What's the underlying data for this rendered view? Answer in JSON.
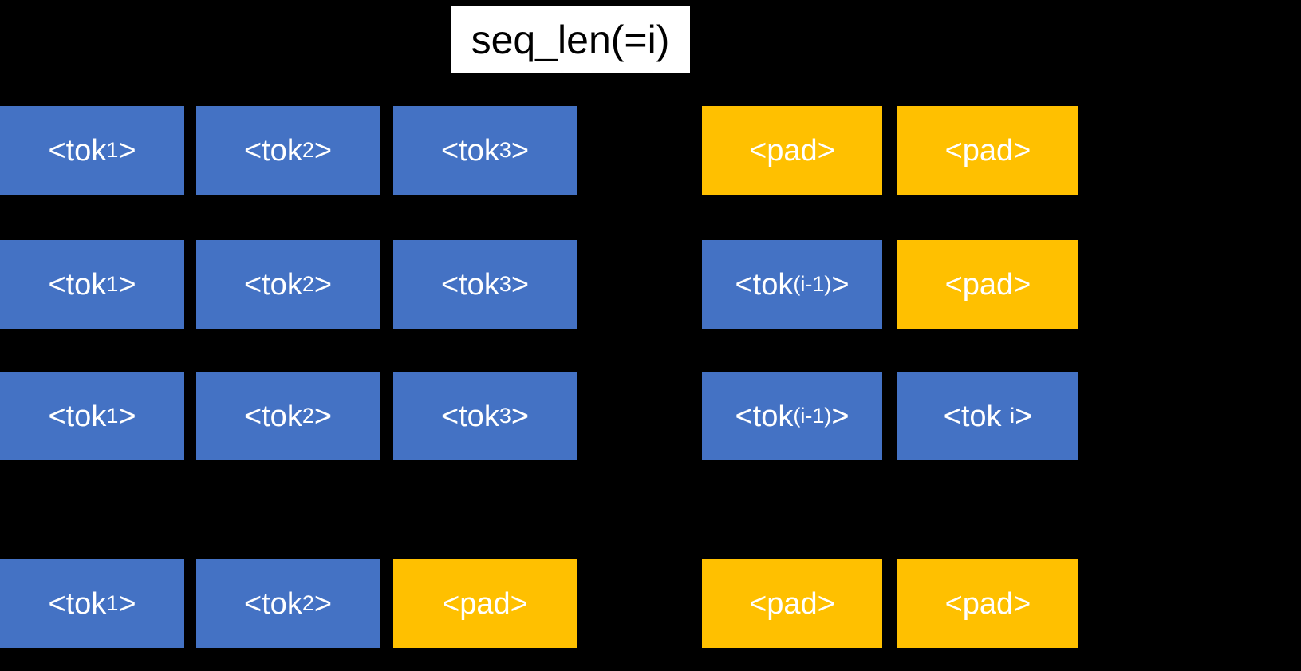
{
  "title": {
    "label": "seq_len(=i)"
  },
  "colors": {
    "background": "#000000",
    "token_box": "#4472C4",
    "pad_box": "#FFC000",
    "box_text": "#FFFFFF",
    "title_bg": "#FFFFFF",
    "title_text": "#000000"
  },
  "grid": {
    "rows": [
      {
        "cells": [
          {
            "type": "token",
            "label": "<tok1>",
            "parts": [
              {
                "text": "<tok",
                "small": false
              },
              {
                "text": "1",
                "small": true
              },
              {
                "text": ">",
                "small": false
              }
            ]
          },
          {
            "type": "token",
            "label": "<tok2>",
            "parts": [
              {
                "text": "<tok",
                "small": false
              },
              {
                "text": "2",
                "small": true
              },
              {
                "text": ">",
                "small": false
              }
            ]
          },
          {
            "type": "token",
            "label": "<tok3>",
            "parts": [
              {
                "text": "<tok",
                "small": false
              },
              {
                "text": "3",
                "small": true
              },
              {
                "text": ">",
                "small": false
              }
            ]
          },
          {
            "type": "pad",
            "label": "<pad>",
            "parts": [
              {
                "text": "<pad>",
                "small": false
              }
            ]
          },
          {
            "type": "pad",
            "label": "<pad>",
            "parts": [
              {
                "text": "<pad>",
                "small": false
              }
            ]
          }
        ]
      },
      {
        "cells": [
          {
            "type": "token",
            "label": "<tok1>",
            "parts": [
              {
                "text": "<tok",
                "small": false
              },
              {
                "text": "1",
                "small": true
              },
              {
                "text": ">",
                "small": false
              }
            ]
          },
          {
            "type": "token",
            "label": "<tok2>",
            "parts": [
              {
                "text": "<tok",
                "small": false
              },
              {
                "text": "2",
                "small": true
              },
              {
                "text": ">",
                "small": false
              }
            ]
          },
          {
            "type": "token",
            "label": "<tok3>",
            "parts": [
              {
                "text": "<tok",
                "small": false
              },
              {
                "text": "3",
                "small": true
              },
              {
                "text": ">",
                "small": false
              }
            ]
          },
          {
            "type": "token",
            "label": "<tok(i-1)>",
            "parts": [
              {
                "text": "<tok",
                "small": false
              },
              {
                "text": "(i-1)",
                "small": true
              },
              {
                "text": ">",
                "small": false
              }
            ]
          },
          {
            "type": "pad",
            "label": "<pad>",
            "parts": [
              {
                "text": "<pad>",
                "small": false
              }
            ]
          }
        ]
      },
      {
        "cells": [
          {
            "type": "token",
            "label": "<tok1>",
            "parts": [
              {
                "text": "<tok",
                "small": false
              },
              {
                "text": "1",
                "small": true
              },
              {
                "text": ">",
                "small": false
              }
            ]
          },
          {
            "type": "token",
            "label": "<tok2>",
            "parts": [
              {
                "text": "<tok",
                "small": false
              },
              {
                "text": "2",
                "small": true
              },
              {
                "text": ">",
                "small": false
              }
            ]
          },
          {
            "type": "token",
            "label": "<tok3>",
            "parts": [
              {
                "text": "<tok",
                "small": false
              },
              {
                "text": "3",
                "small": true
              },
              {
                "text": ">",
                "small": false
              }
            ]
          },
          {
            "type": "token",
            "label": "<tok(i-1)>",
            "parts": [
              {
                "text": "<tok",
                "small": false
              },
              {
                "text": "(i-1)",
                "small": true
              },
              {
                "text": ">",
                "small": false
              }
            ]
          },
          {
            "type": "token",
            "label": "<tok i>",
            "parts": [
              {
                "text": "<tok ",
                "small": false
              },
              {
                "text": "i",
                "small": true
              },
              {
                "text": ">",
                "small": false
              }
            ]
          }
        ]
      },
      {
        "cells": [
          {
            "type": "token",
            "label": "<tok1>",
            "parts": [
              {
                "text": "<tok",
                "small": false
              },
              {
                "text": "1",
                "small": true
              },
              {
                "text": ">",
                "small": false
              }
            ]
          },
          {
            "type": "token",
            "label": "<tok2>",
            "parts": [
              {
                "text": "<tok",
                "small": false
              },
              {
                "text": "2",
                "small": true
              },
              {
                "text": ">",
                "small": false
              }
            ]
          },
          {
            "type": "pad",
            "label": "<pad>",
            "parts": [
              {
                "text": "<pad>",
                "small": false
              }
            ]
          },
          {
            "type": "pad",
            "label": "<pad>",
            "parts": [
              {
                "text": "<pad>",
                "small": false
              }
            ]
          },
          {
            "type": "pad",
            "label": "<pad>",
            "parts": [
              {
                "text": "<pad>",
                "small": false
              }
            ]
          }
        ]
      }
    ]
  }
}
